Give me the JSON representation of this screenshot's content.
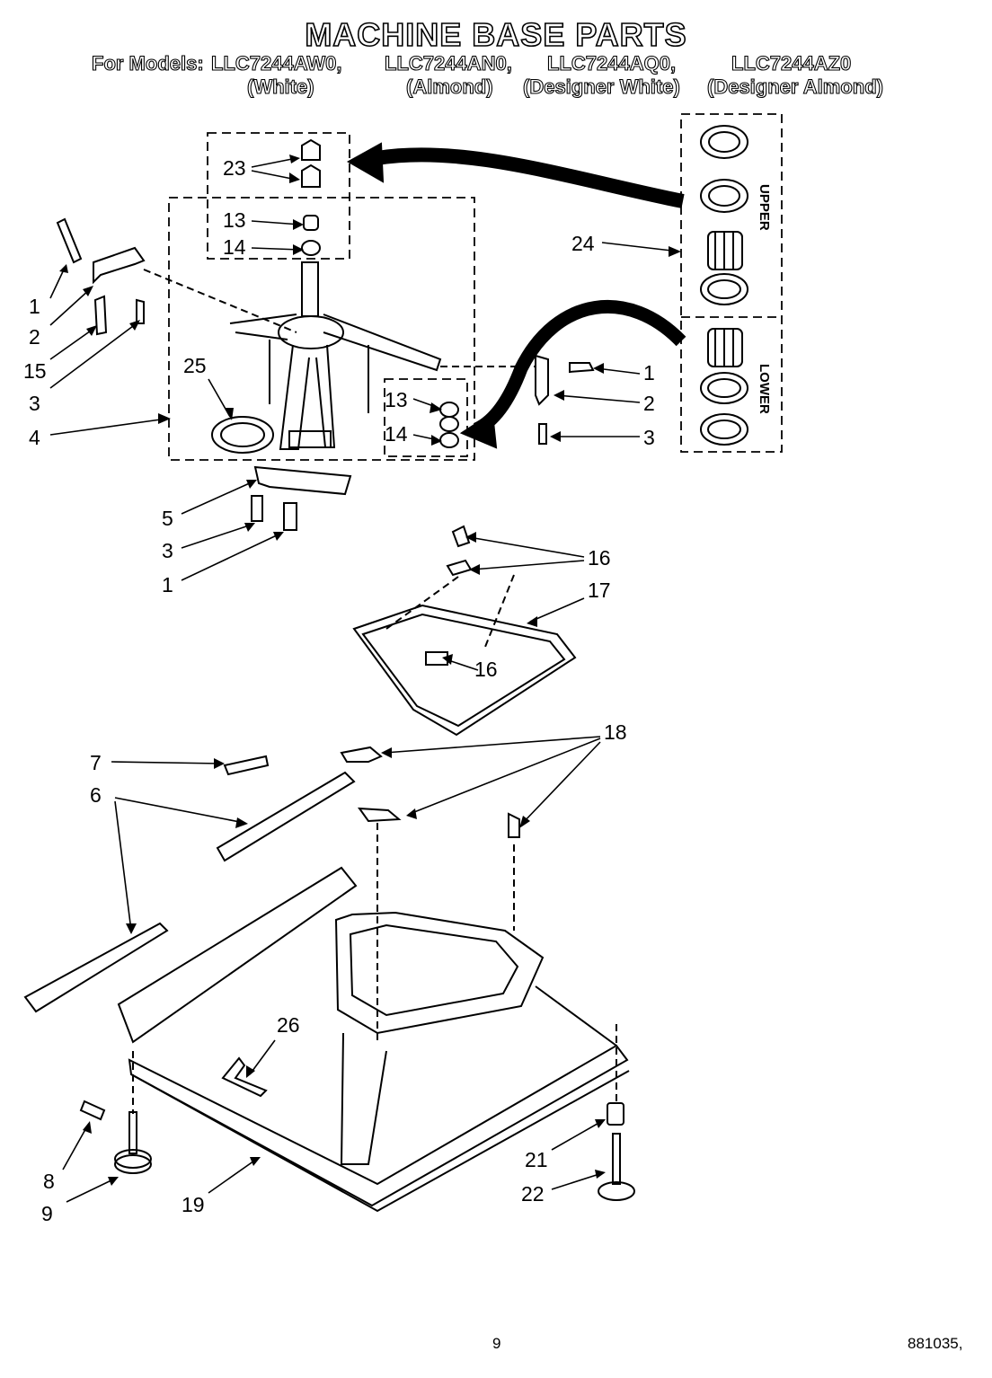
{
  "title": "MACHINE BASE PARTS",
  "models": {
    "prefix": "For Models:",
    "items": [
      "LLC7244AW0,",
      "LLC7244AN0,",
      "LLC7244AQ0,",
      "LLC7244AZ0"
    ],
    "colors": [
      "(White)",
      "(Almond)",
      "(Designer White)",
      "(Designer Almond)"
    ]
  },
  "detail_labels": {
    "upper": "UPPER",
    "lower": "LOWER"
  },
  "callouts": {
    "c23": "23",
    "c13a": "13",
    "c14a": "14",
    "c24": "24",
    "c1a": "1",
    "c2a": "2",
    "c15": "15",
    "c3a": "3",
    "c4": "4",
    "c25": "25",
    "c13b": "13",
    "c14b": "14",
    "c1b": "1",
    "c2b": "2",
    "c3b": "3",
    "c5": "5",
    "c3c": "3",
    "c1c": "1",
    "c16a": "16",
    "c17": "17",
    "c16b": "16",
    "c18": "18",
    "c7": "7",
    "c6": "6",
    "c26": "26",
    "c8": "8",
    "c9": "9",
    "c19": "19",
    "c21": "21",
    "c22": "22"
  },
  "footer": {
    "page": "9",
    "code": "881035,"
  }
}
